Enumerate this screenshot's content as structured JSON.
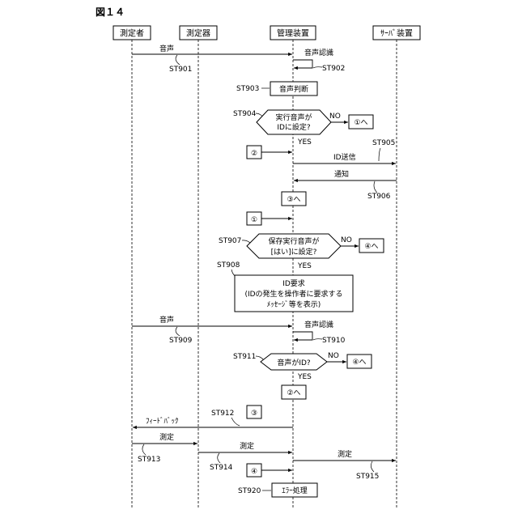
{
  "figure_title": "図１４",
  "actors": {
    "person": "測定者",
    "meter": "測定器",
    "manager": "管理装置",
    "server": "ｻｰﾊﾞ装置"
  },
  "steps": {
    "st901": "ST901",
    "st902": "ST902",
    "st903": "ST903",
    "st904": "ST904",
    "st905": "ST905",
    "st906": "ST906",
    "st907": "ST907",
    "st908": "ST908",
    "st909": "ST909",
    "st910": "ST910",
    "st911": "ST911",
    "st912": "ST912",
    "st913": "ST913",
    "st914": "ST914",
    "st915": "ST915",
    "st920": "ST920"
  },
  "messages": {
    "voice1": "音声",
    "recog1": "音声認識",
    "judge": "音声判断",
    "send_id": "ID送信",
    "notify": "通知",
    "voice2": "音声",
    "recog2": "音声認識",
    "feedback": "ﾌｨｰﾄﾞﾊﾞｯｸ",
    "measure1": "測定",
    "measure2": "測定",
    "measure3": "測定",
    "error": "ｴﾗｰ処理"
  },
  "decisions": {
    "d904_line1": "実行音声が",
    "d904_line2": "IDに設定?",
    "d907_line1": "保存実行音声が",
    "d907_line2": "[はい]に設定?",
    "d911": "音声がID?"
  },
  "branches": {
    "no": "NO",
    "yes": "YES"
  },
  "connectors": {
    "to1": "①へ",
    "to2": "②へ",
    "to3": "③へ",
    "to4": "④へ",
    "c1": "①",
    "c2": "②",
    "c3": "③",
    "c4": "④"
  },
  "request": {
    "line1": "ID要求",
    "line2": "(IDの発生を操作者に要求する",
    "line3": "ﾒｯｾｰｼﾞ等を表示)"
  }
}
